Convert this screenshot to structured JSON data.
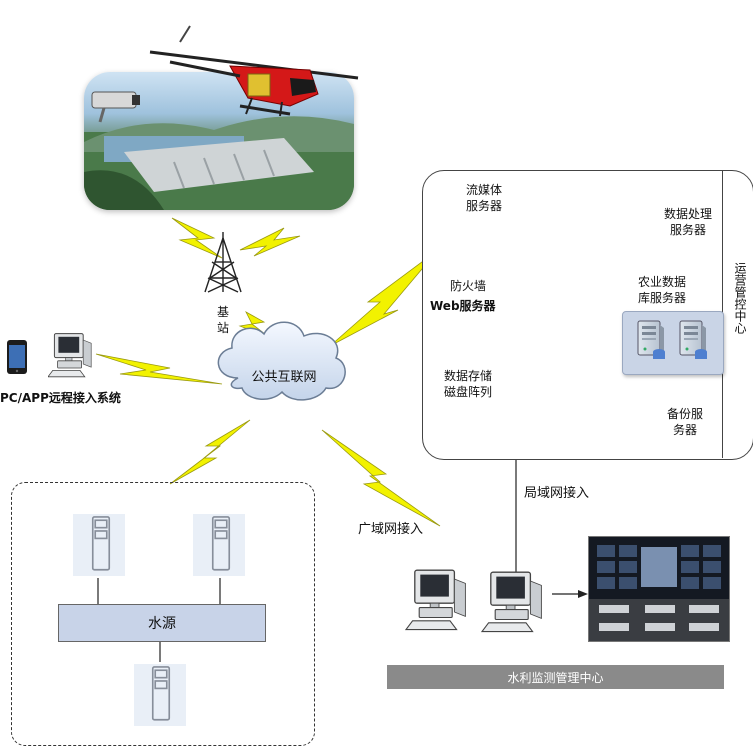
{
  "diagram": {
    "nodes": {
      "base_station": "基\n站",
      "cloud": "公共互联网",
      "pc_app": "PC/APP远程接入系统",
      "streaming_server": "流媒体\n服务器",
      "firewall": "防火墙",
      "web_server": "Web服务器",
      "storage": "数据存储\n磁盘阵列",
      "data_processing": "数据处理\n服务器",
      "agri_db": "农业数据\n库服务器",
      "backup": "备份服\n务器",
      "ops_center": "运营管控中心",
      "water_source": "水源",
      "lan": "局域网接入",
      "wan": "广域网接入",
      "monitoring_center": "水利监测管理中心"
    }
  },
  "colors": {
    "bolt": "#f2f200",
    "bolt_edge": "#9a9a10",
    "panel": "#c8d3e8",
    "bar": "#8a8a8a"
  }
}
